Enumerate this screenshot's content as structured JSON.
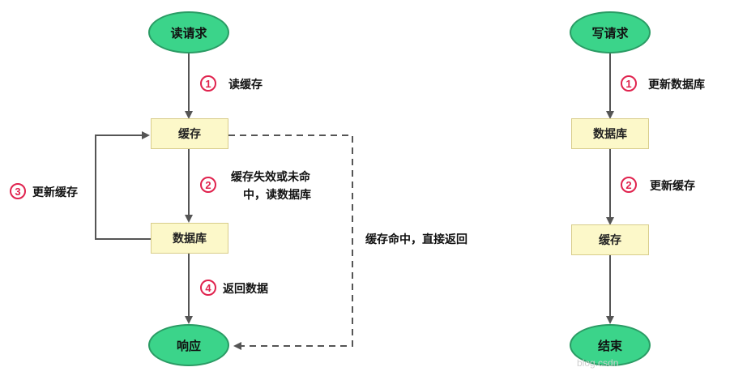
{
  "read_flow": {
    "start": "读请求",
    "cache": "缓存",
    "database": "数据库",
    "end": "响应",
    "steps": [
      {
        "num": "1",
        "label": "读缓存"
      },
      {
        "num": "2",
        "label_line1": "缓存失效或未命",
        "label_line2": "中，读数据库"
      },
      {
        "num": "3",
        "label": "更新缓存"
      },
      {
        "num": "4",
        "label": "返回数据"
      }
    ],
    "hit_label": "缓存命中，直接返回"
  },
  "write_flow": {
    "start": "写请求",
    "database": "数据库",
    "cache": "缓存",
    "end": "结束",
    "steps": [
      {
        "num": "1",
        "label": "更新数据库"
      },
      {
        "num": "2",
        "label": "更新缓存"
      }
    ]
  },
  "watermark": "blog.csdn"
}
